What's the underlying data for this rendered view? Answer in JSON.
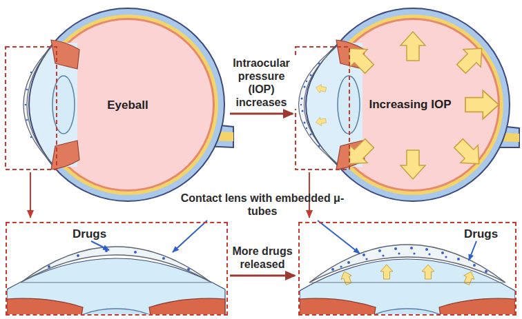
{
  "diagram": {
    "nodes": [
      {
        "text": [
          "Eyeball"
        ]
      },
      {
        "text": [
          "Increasing IOP"
        ]
      },
      {
        "text": [
          "Drugs"
        ]
      },
      {
        "text": [
          "Drugs"
        ]
      }
    ],
    "edges": [
      {
        "from": 0,
        "to": 1,
        "arrow": "to",
        "label": "Intraocular pressure (IOP) increases"
      },
      {
        "from": 2,
        "to": 3,
        "arrow": "to",
        "label": "More drugs released"
      }
    ],
    "labels": [
      "Contact lens with embedded μ-tubes"
    ]
  }
}
